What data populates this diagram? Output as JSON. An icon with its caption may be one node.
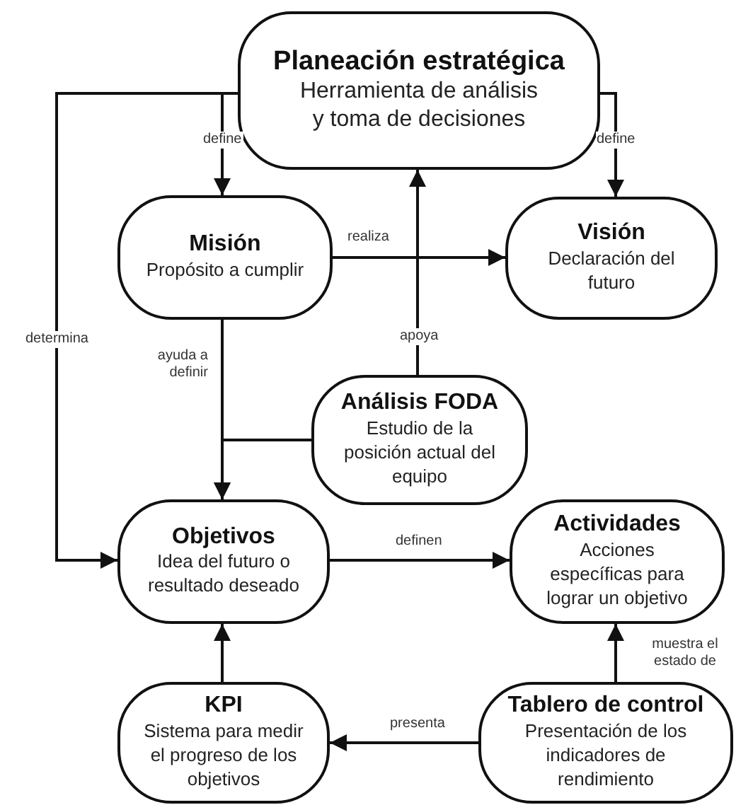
{
  "diagram": {
    "nodes": [
      {
        "text": [
          "Planeación estratégica",
          "Herramienta de análisis y toma de decisiones"
        ]
      },
      {
        "text": [
          "Misión",
          "Propósito a cumplir"
        ]
      },
      {
        "text": [
          "Visión",
          "Declaración del futuro"
        ]
      },
      {
        "text": [
          "Análisis FODA",
          "Estudio de la posición actual del equipo"
        ]
      },
      {
        "text": [
          "Objetivos",
          "Idea del futuro o resultado deseado"
        ]
      },
      {
        "text": [
          "Actividades",
          "Acciones específicas para lograr un objetivo"
        ]
      },
      {
        "text": [
          "KPI",
          "Sistema para medir el progreso de los objetivos"
        ]
      },
      {
        "text": [
          "Tablero de control",
          "Presentación de los indicadores de rendimiento"
        ]
      }
    ],
    "edges": [
      {
        "from": 0,
        "to": 1,
        "arrow": "to",
        "label": "define"
      },
      {
        "from": 0,
        "to": 2,
        "arrow": "to",
        "label": "define"
      },
      {
        "from": 0,
        "to": 4,
        "arrow": "to",
        "label": "determina"
      },
      {
        "from": 1,
        "to": 2,
        "arrow": "to",
        "label": "realiza"
      },
      {
        "from": 3,
        "to": 0,
        "arrow": "to",
        "label": "apoya"
      },
      {
        "from": 1,
        "to": 4,
        "arrow": "to",
        "label": "ayuda a definir"
      },
      {
        "from": 3,
        "to": 4,
        "arrow": "to"
      },
      {
        "from": 4,
        "to": 5,
        "arrow": "to",
        "label": "definen"
      },
      {
        "from": 7,
        "to": 5,
        "arrow": "to",
        "label": "muestra el estado de"
      },
      {
        "from": 7,
        "to": 6,
        "arrow": "to",
        "label": "presenta"
      },
      {
        "from": 6,
        "to": 4,
        "arrow": "to"
      }
    ]
  }
}
